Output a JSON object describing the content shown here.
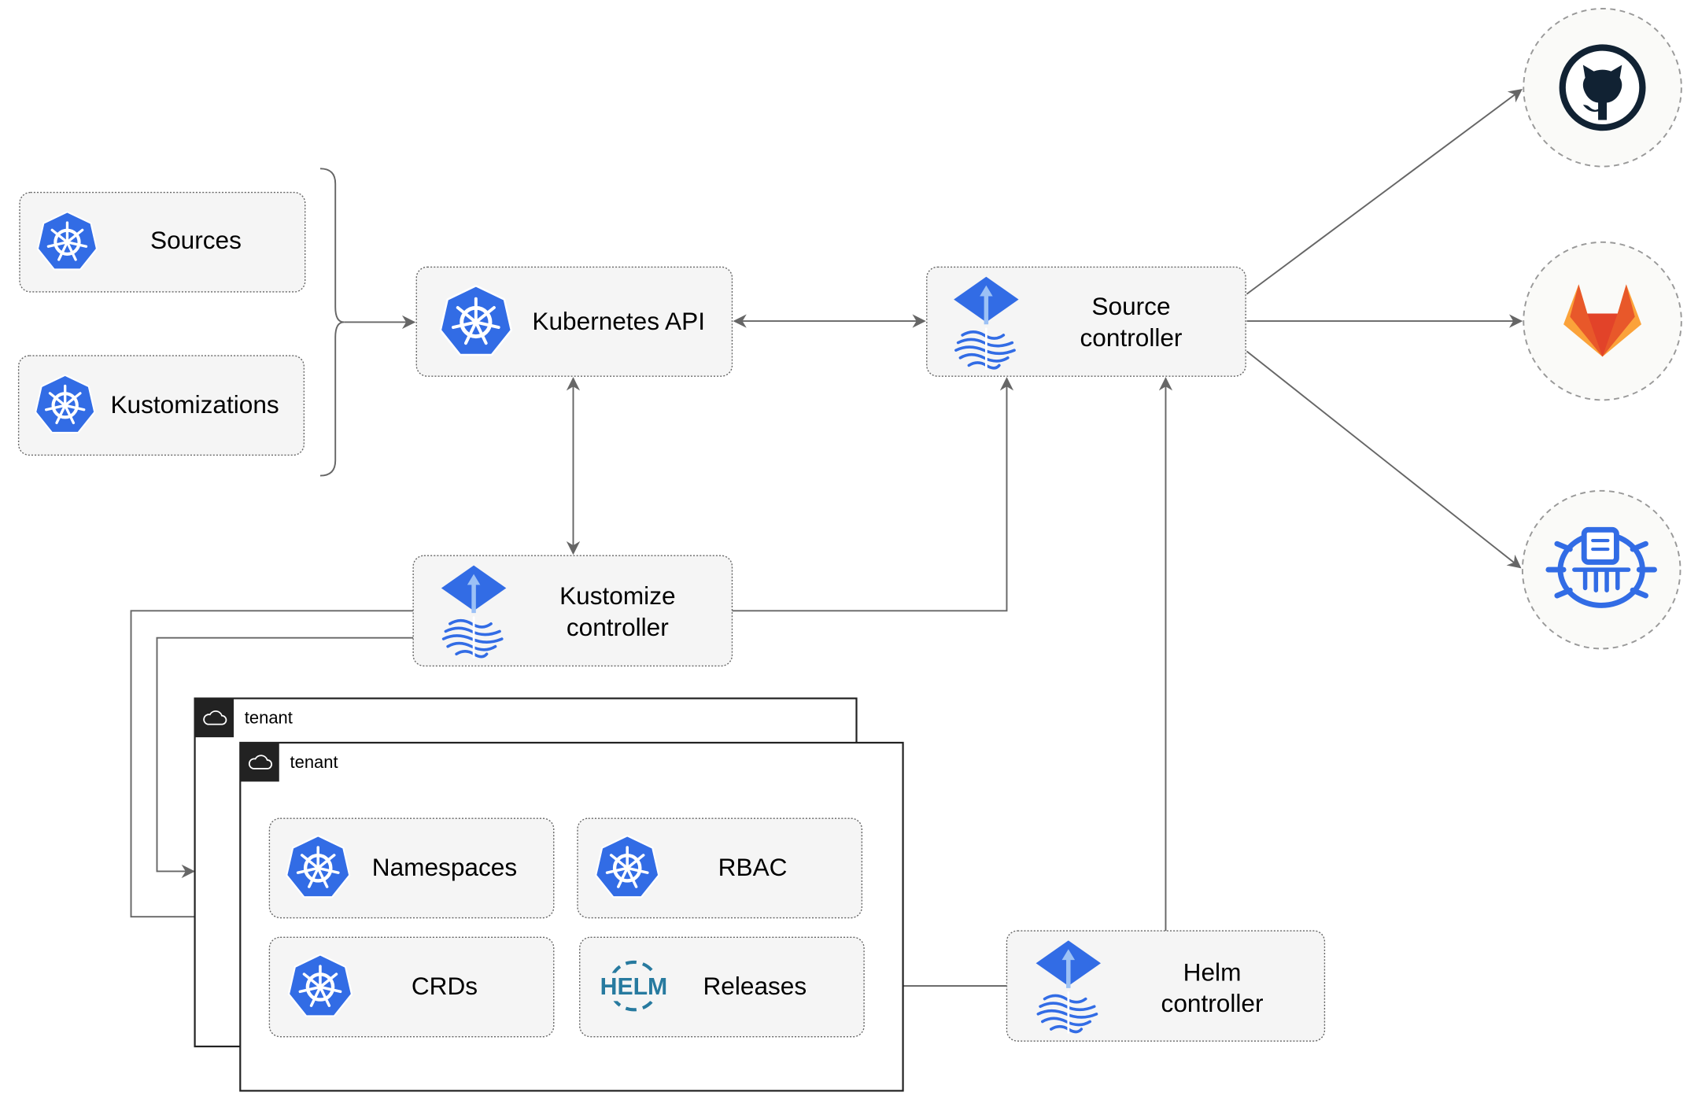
{
  "inputs": {
    "sources": "Sources",
    "kustomizations": "Kustomizations"
  },
  "kubernetes_api": "Kubernetes API",
  "source_controller": {
    "line1": "Source",
    "line2": "controller"
  },
  "kustomize_controller": {
    "line1": "Kustomize",
    "line2": "controller"
  },
  "helm_controller": {
    "line1": "Helm",
    "line2": "controller"
  },
  "tenants": [
    {
      "label": "tenant"
    },
    {
      "label": "tenant"
    }
  ],
  "tenant_resources": {
    "namespaces": "Namespaces",
    "rbac": "RBAC",
    "crds": "CRDs",
    "releases": "Releases",
    "helm_logo_text": "HELM"
  },
  "external_sources": [
    {
      "icon": "github-icon"
    },
    {
      "icon": "gitlab-icon"
    },
    {
      "icon": "helm-repository-icon"
    }
  ],
  "colors": {
    "kubernetes_blue": "#326CE5",
    "flux_arrow": "#9CC1F5",
    "helm_teal": "#277A9F",
    "github_dark": "#112233",
    "gitlab_orange": "#E8582A",
    "gitlab_yellow": "#FBA23A",
    "box_fill": "#F5F5F5",
    "edge_gray": "#666666"
  }
}
